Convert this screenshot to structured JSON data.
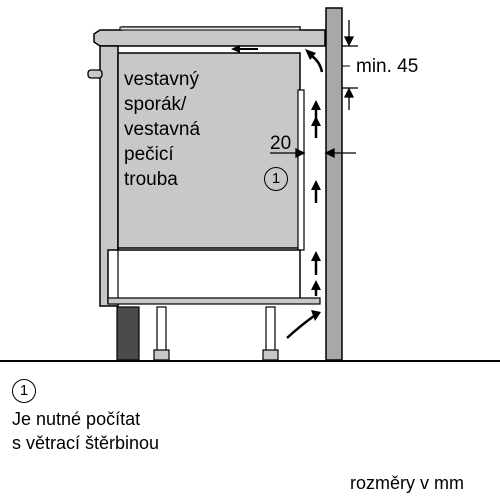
{
  "oven_label": [
    "vestavný",
    "sporák/",
    "vestavná",
    "pečicí",
    "trouba"
  ],
  "marker": "1",
  "dim_top": "min. 45",
  "dim_gap": "20",
  "legend": {
    "marker": "1",
    "lines": [
      "Je nutné počítat",
      "s větrací štěrbinou"
    ]
  },
  "units_note": "rozměry v mm",
  "colors": {
    "cabinet_fill": "#c8c8c8",
    "wall_fill": "#a8a8a8",
    "outline": "#000000",
    "dark_plinth": "#4a4a4a"
  }
}
